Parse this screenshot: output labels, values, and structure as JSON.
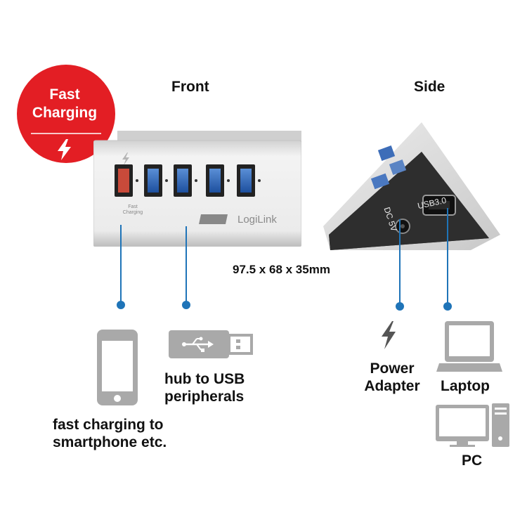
{
  "badge": {
    "line1": "Fast",
    "line2": "Charging",
    "icon": "lightning-icon",
    "color": "#e31e24"
  },
  "front": {
    "title": "Front",
    "brand": "LogiLink",
    "port_caption_line1": "Fast",
    "port_caption_line2": "Charging"
  },
  "side": {
    "title": "Side",
    "dc_label": "DC 5V",
    "usb_label": "USB3.0"
  },
  "dimensions": "97.5 x 68 x 35mm",
  "labels": {
    "hub_line1": "hub to USB",
    "hub_line2": "peripherals",
    "fast_line1": "fast charging to",
    "fast_line2": "smartphone etc.",
    "power_line1": "Power",
    "power_line2": "Adapter",
    "laptop": "Laptop",
    "pc": "PC"
  },
  "colors": {
    "connector": "#1f74b8",
    "port_blue": "#2f6fc0",
    "port_red": "#c94a3a",
    "icon_gray": "#a9a9a9"
  }
}
